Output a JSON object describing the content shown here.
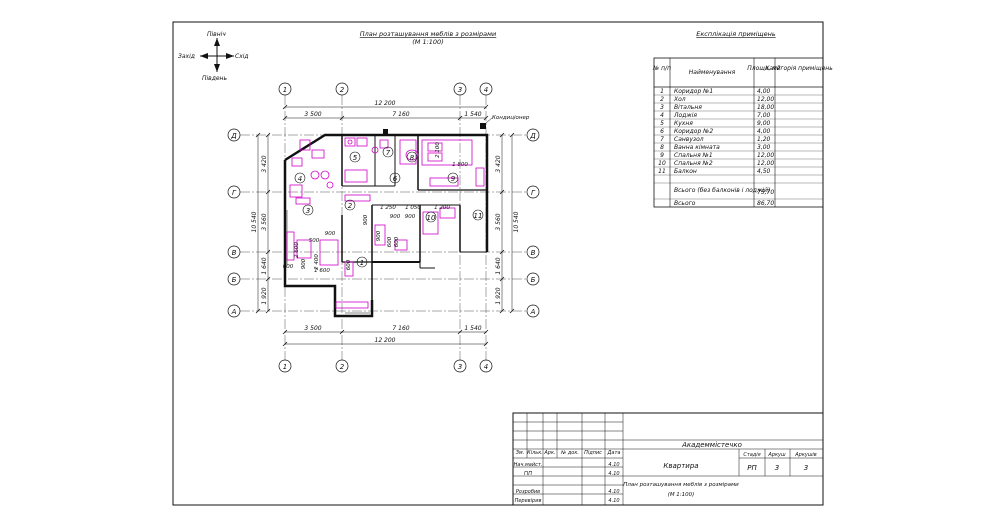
{
  "compass": {
    "north": "Північ",
    "south": "Південь",
    "west": "Захід",
    "east": "Схід"
  },
  "plan": {
    "title": "План розташування меблів з розмірами",
    "scale": "(М 1:100)",
    "axes_x": [
      "1",
      "2",
      "3",
      "4"
    ],
    "axes_y": [
      "Д",
      "Г",
      "В",
      "Б",
      "А"
    ],
    "dim_total": "12 200",
    "dims_x": [
      "3 500",
      "7 160",
      "1 540"
    ],
    "dims_y": [
      "3 420",
      "3 560",
      "1 640",
      "1 920"
    ],
    "dim_total_y": "10 540",
    "conditioner_label": "Кондиціонер",
    "room_numbers": [
      "1",
      "2",
      "3",
      "4",
      "5",
      "6",
      "7",
      "8",
      "9",
      "10",
      "11"
    ],
    "inner_dims": [
      "1 250",
      "1 050",
      "1 200",
      "900",
      "900",
      "2 100",
      "1 800",
      "900",
      "500",
      "2 600",
      "2 400",
      "1 600",
      "600",
      "900",
      "900",
      "600",
      "600",
      "600",
      "900"
    ]
  },
  "explication": {
    "title": "Експлікація приміщень",
    "headers": [
      "№ п/п",
      "Найменування",
      "Площа, м2",
      "Категорія приміщень"
    ],
    "rows": [
      [
        "1",
        "Коридор №1",
        "4,00",
        ""
      ],
      [
        "2",
        "Хол",
        "12,00",
        ""
      ],
      [
        "3",
        "Вітальня",
        "18,00",
        ""
      ],
      [
        "4",
        "Лоджія",
        "7,00",
        ""
      ],
      [
        "5",
        "Кухня",
        "9,00",
        ""
      ],
      [
        "6",
        "Коридор №2",
        "4,00",
        ""
      ],
      [
        "7",
        "Санвузол",
        "1,20",
        ""
      ],
      [
        "8",
        "Ванна кімната",
        "3,00",
        ""
      ],
      [
        "9",
        "Спальня №1",
        "12,00",
        ""
      ],
      [
        "10",
        "Спальня №2",
        "12,00",
        ""
      ],
      [
        "11",
        "Балкон",
        "4,50",
        ""
      ]
    ],
    "total_no_balcony_label": "Всього (без балконів і лоджій)",
    "total_no_balcony": "75,70",
    "total_label": "Всього",
    "total": "86,70"
  },
  "title_block": {
    "organization": "Академмістечко",
    "object": "Квартира",
    "sheet_title": "План розташування меблів з розмірами",
    "sheet_scale": "(М 1:100)",
    "col_headers": [
      "Зм.",
      "Кільк.",
      "Арк.",
      "№ док.",
      "Підпис",
      "Дата"
    ],
    "stage_label": "Стадія",
    "sheet_label": "Аркуш",
    "sheets_label": "Аркушів",
    "stage": "РП",
    "sheet": "3",
    "sheets": "3",
    "rows": [
      {
        "role": "Нач.майст.",
        "date": "4.10"
      },
      {
        "role": "ГІП",
        "date": "4.10"
      },
      {
        "role": "Розробив",
        "date": "4.10"
      },
      {
        "role": "Перевірив",
        "date": "4.10"
      }
    ]
  }
}
